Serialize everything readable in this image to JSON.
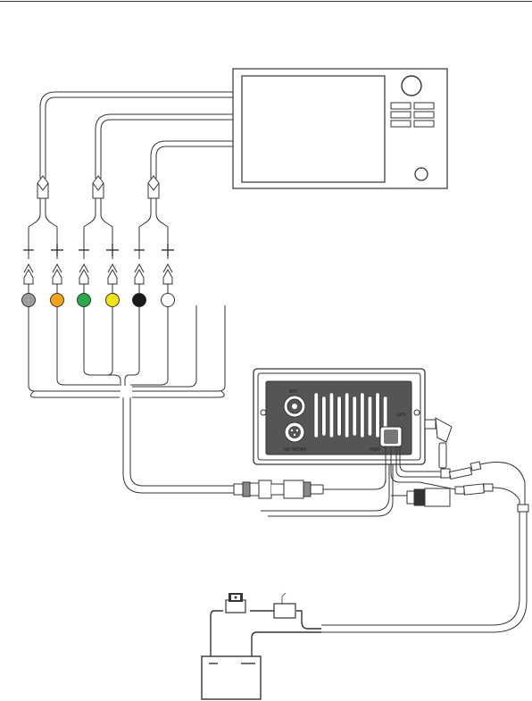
{
  "colors": {
    "line": "#333333",
    "cable_fill": "#ffffff",
    "radio_face": "#555555",
    "wire_red": "#e8e8e8"
  },
  "connectors": [
    {
      "name": "grey-terminal",
      "color": "#9e9e9e"
    },
    {
      "name": "orange-terminal",
      "color": "#f5a21a"
    },
    {
      "name": "green-terminal",
      "color": "#2aa84a"
    },
    {
      "name": "yellow-terminal",
      "color": "#f3e41a"
    },
    {
      "name": "black-terminal",
      "color": "#1a1a1a"
    },
    {
      "name": "white-terminal",
      "color": "#ffffff"
    }
  ],
  "radio": {
    "ant_label": "ANT",
    "network_label": "NETWORK",
    "power_label": "PWR",
    "gps_label": "GPS"
  },
  "icons": {
    "polarity": [
      "minus-icon",
      "plus-icon",
      "minus-icon",
      "plus-icon",
      "minus-icon",
      "plus-icon"
    ]
  }
}
